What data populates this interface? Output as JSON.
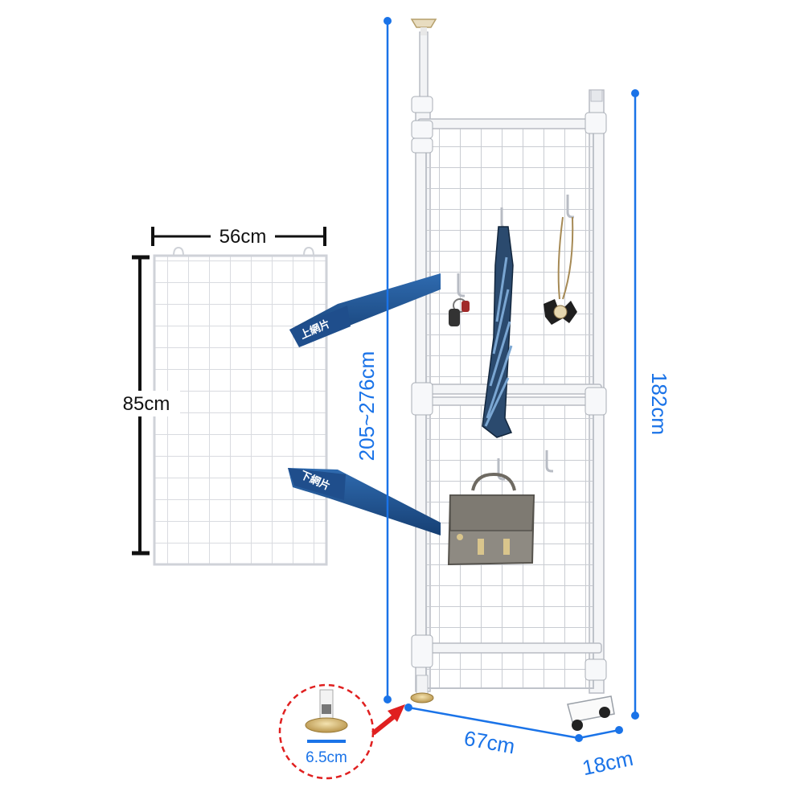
{
  "dimensions": {
    "panel_width": "56cm",
    "panel_height": "85cm",
    "pole_height": "205~276cm",
    "frame_height": "182cm",
    "frame_width": "67cm",
    "frame_depth": "18cm",
    "foot_diameter": "6.5cm"
  },
  "callouts": {
    "upper_panel": "上網片",
    "lower_panel": "下網片"
  },
  "colors": {
    "dimension_blue": "#1a73e8",
    "callout_blue": "#1f4e8c",
    "detail_red": "#e02020",
    "dimension_black": "#111111"
  }
}
